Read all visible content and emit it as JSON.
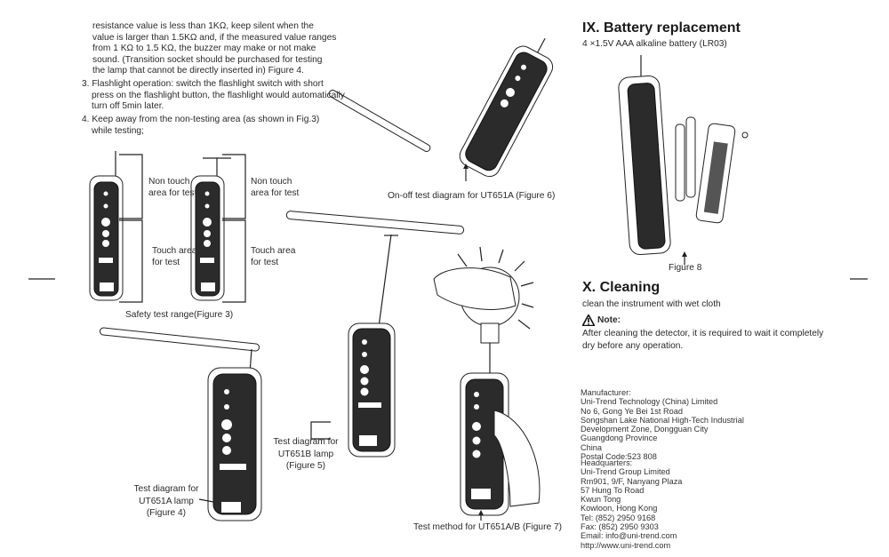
{
  "left_column": {
    "para1_lines": [
      "resistance value is less than 1KΩ, keep silent when the",
      "value is larger than 1.5KΩ and, if the measured value ranges",
      "from 1 KΩ to 1.5 KΩ, the buzzer may make or not make",
      "sound. (Transition socket should be purchased for testing",
      "the lamp that cannot be directly inserted in) Figure 4."
    ],
    "item3_lines": [
      "3. Flashlight operation: switch the flashlight switch with short",
      "press on the flashlight button, the flashlight would automatically",
      "turn off 5min later."
    ],
    "item4_lines": [
      "4. Keep away from the non-testing area (as shown in Fig.3)",
      "while testing;"
    ]
  },
  "figure3": {
    "non_touch_label_lines": [
      "Non touch",
      "area for test"
    ],
    "touch_label_lines": [
      "Touch area",
      "for test"
    ],
    "caption": "Safety test range(Figure 3)"
  },
  "figure4": {
    "caption_lines": [
      "Test diagram for",
      "UT651A lamp",
      "(Figure 4)"
    ]
  },
  "figure5": {
    "caption_lines": [
      "Test diagram for",
      "UT651B lamp",
      "(Figure 5)"
    ]
  },
  "figure6": {
    "caption": "On-off test diagram for UT651A (Figure 6)"
  },
  "figure7": {
    "caption": "Test method for UT651A/B (Figure 7)"
  },
  "battery": {
    "heading": "IX. Battery replacement",
    "spec": "4 ×1.5V AAA alkaline battery (LR03)",
    "figure_caption": "Figure 8"
  },
  "cleaning": {
    "heading": "X. Cleaning",
    "text": "clean the instrument with wet cloth",
    "note_label": "Note:",
    "note_lines": [
      "After cleaning the detector, it is required to wait it completely",
      "dry before any operation."
    ]
  },
  "manufacturer_lines": [
    "Manufacturer:",
    "Uni-Trend Technology (China) Limited",
    "No 6, Gong Ye Bei 1st Road",
    "Songshan Lake National High-Tech Industrial",
    "Development Zone, Dongguan City",
    "Guangdong Province",
    "China",
    "Postal Code:523 808"
  ],
  "headquarters_lines": [
    "Headquarters:",
    "Uni-Trend Group Limited",
    "Rm901, 9/F, Nanyang Plaza",
    "57 Hung To Road",
    "Kwun Tong",
    "Kowloon, Hong Kong",
    "Tel: (852) 2950 9168",
    "Fax: (852) 2950 9303",
    "Email: info@uni-trend.com",
    "http://www.uni-trend.com"
  ],
  "icons": {
    "warning": "warning-triangle-icon"
  }
}
